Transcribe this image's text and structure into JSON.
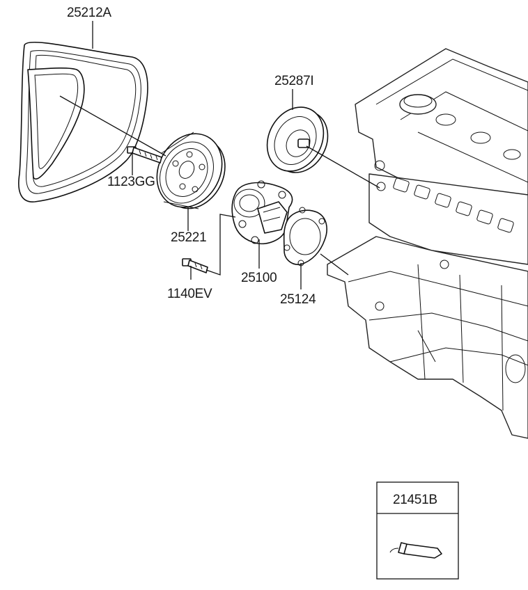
{
  "labels": {
    "belt": "25212A",
    "idler": "25287I",
    "bolt_upper": "1123GG",
    "pulley": "25221",
    "bolt_lower": "1140EV",
    "water_pump": "25100",
    "gasket": "25124",
    "sealant": "21451B"
  }
}
